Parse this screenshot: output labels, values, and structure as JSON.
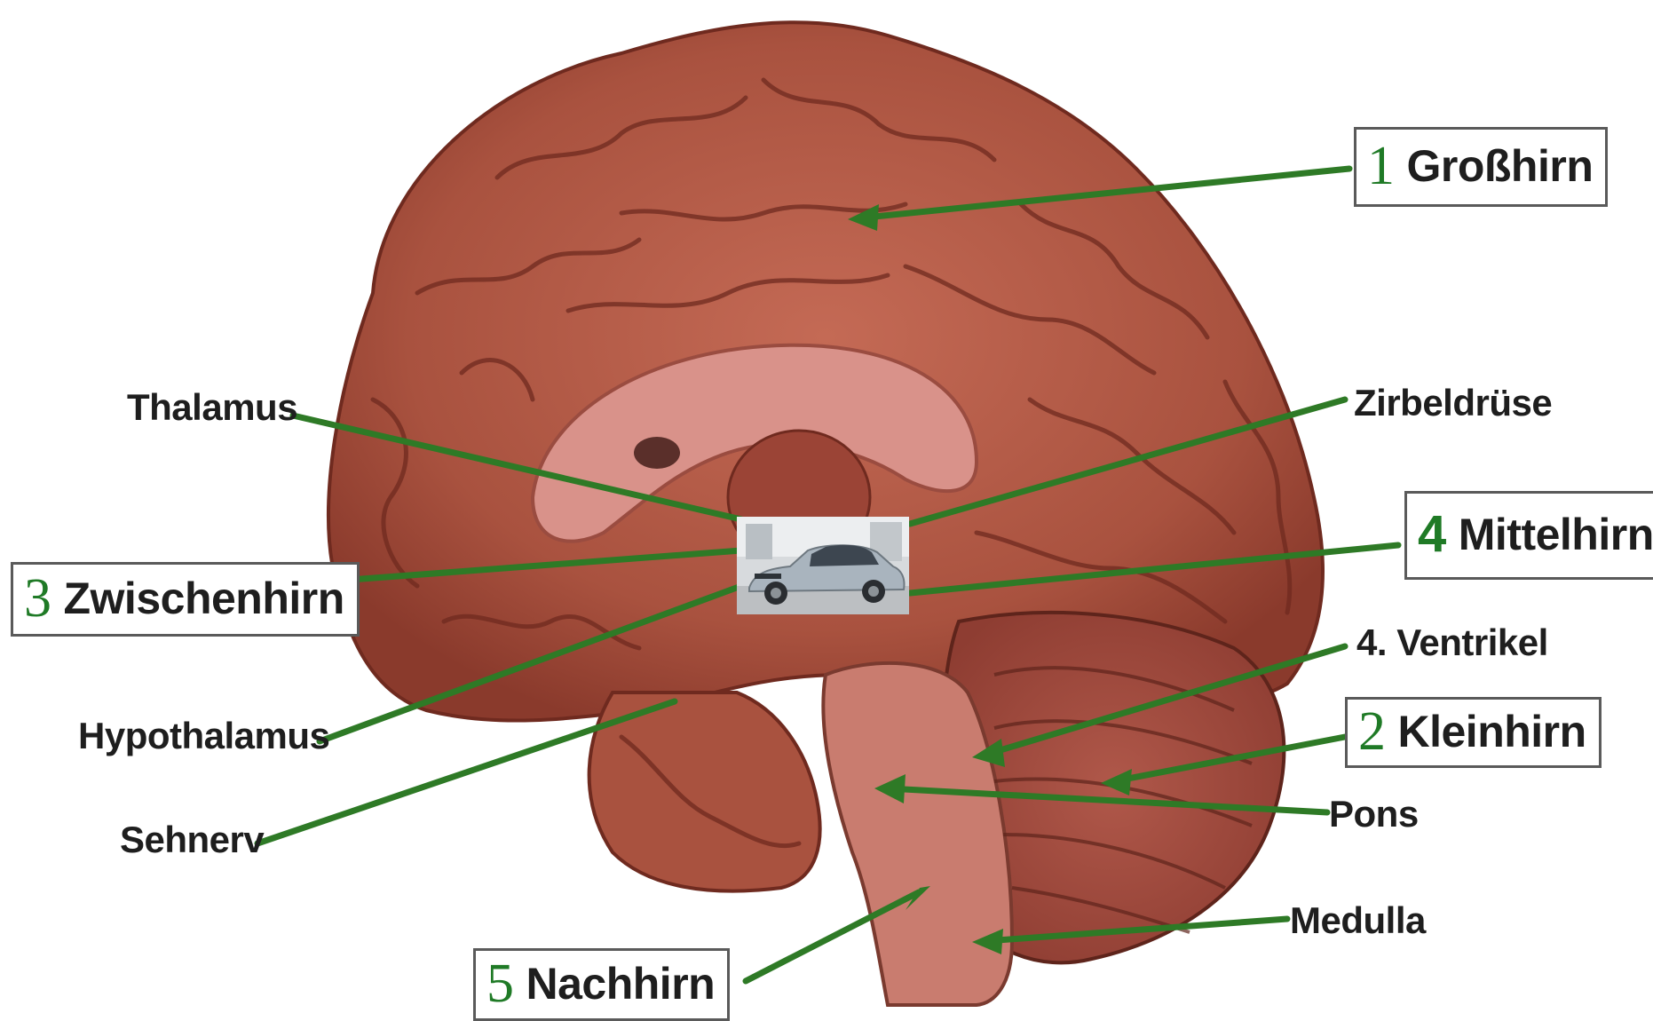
{
  "labels": {
    "grosshirn": {
      "number": "1",
      "text": "Großhirn"
    },
    "kleinhirn": {
      "number": "2",
      "text": "Kleinhirn"
    },
    "zwischenhirn": {
      "number": "3",
      "text": "Zwischenhirn"
    },
    "mittelhirn": {
      "number": "4",
      "text": "Mittelhirn"
    },
    "nachhirn": {
      "number": "5",
      "text": "Nachhirn"
    },
    "thalamus": "Thalamus",
    "hypothalamus": "Hypothalamus",
    "sehnerv": "Sehnerv",
    "zirbeldruese": "Zirbeldrüse",
    "ventrikel": "4. Ventrikel",
    "pons": "Pons",
    "medulla": "Medulla"
  },
  "colors": {
    "leader_line": "#2e7a26",
    "number": "#1f7a26",
    "brain": "#b25a45",
    "brain_dark": "#7a2e22",
    "midline": "#d9928a"
  },
  "overlay_photo": {
    "subject": "car-photo"
  }
}
